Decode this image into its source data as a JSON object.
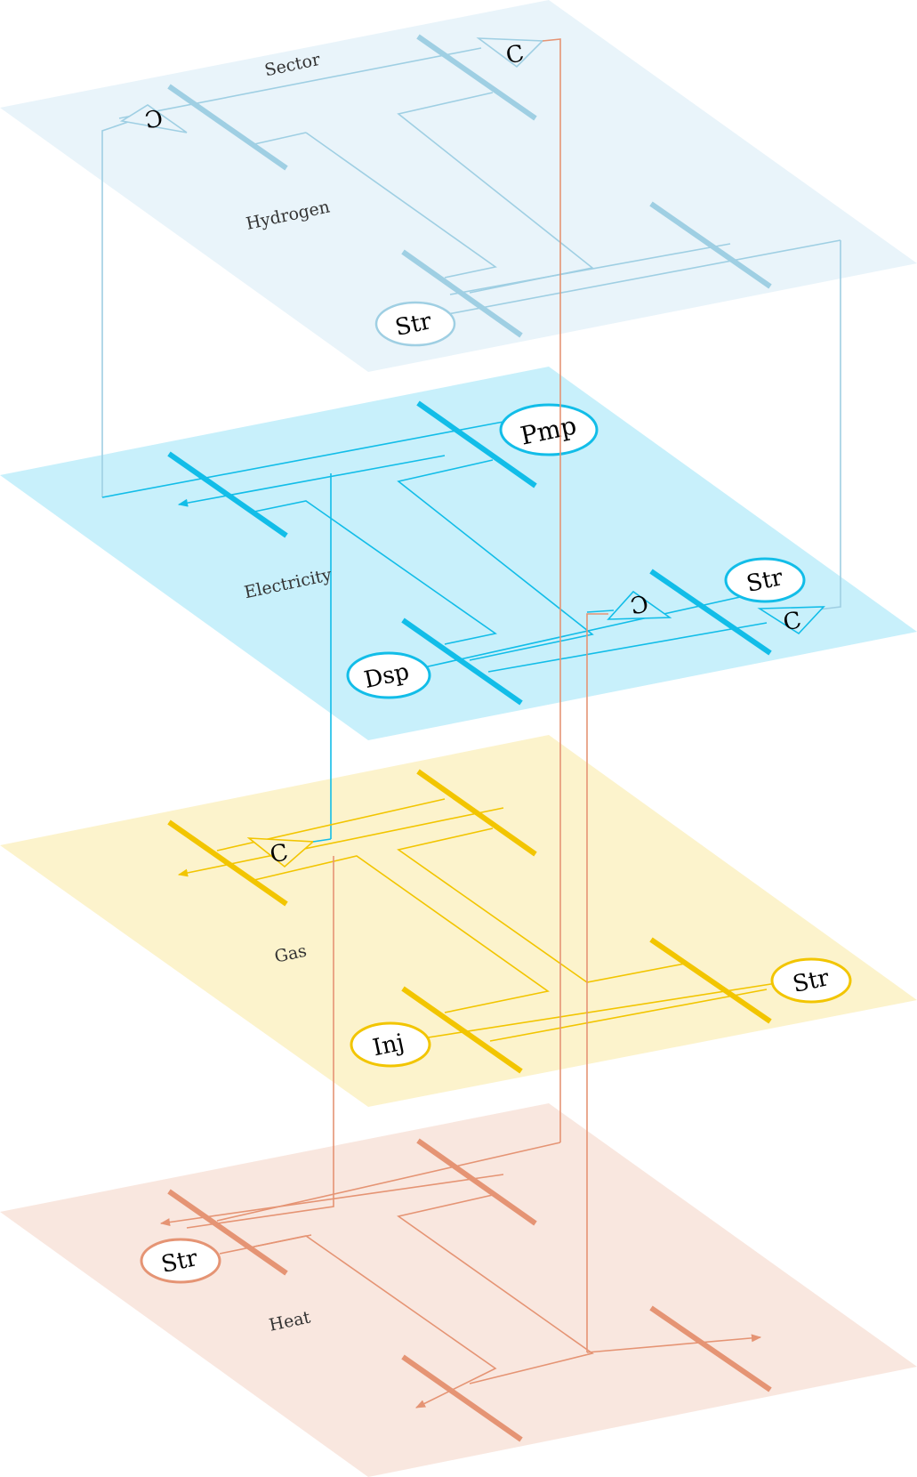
{
  "diagram": {
    "colors": {
      "hydrogen_fill": "#e9f4fa",
      "hydrogen_line": "#9fcfe3",
      "electricity_fill": "#c8f0fb",
      "electricity_line": "#12bde8",
      "gas_fill": "#fcf3cc",
      "gas_line": "#f2c500",
      "heat_fill": "#f9e7df",
      "heat_line": "#e59474"
    },
    "layers": {
      "hydrogen": {
        "name": "Hydrogen",
        "sector_label": "Sector"
      },
      "electricity": {
        "name": "Electricity"
      },
      "gas": {
        "name": "Gas"
      },
      "heat": {
        "name": "Heat"
      }
    },
    "nodes": {
      "h2_compressor_top": "C",
      "h2_compressor_left": "C",
      "h2_storage": "Str",
      "el_pump": "Pmp",
      "el_compressor": "C",
      "el_storage": "Str",
      "el_compressor_right": "C",
      "el_dispatch": "Dsp",
      "gas_compressor": "C",
      "gas_storage": "Str",
      "gas_injection": "Inj",
      "heat_storage": "Str"
    }
  }
}
